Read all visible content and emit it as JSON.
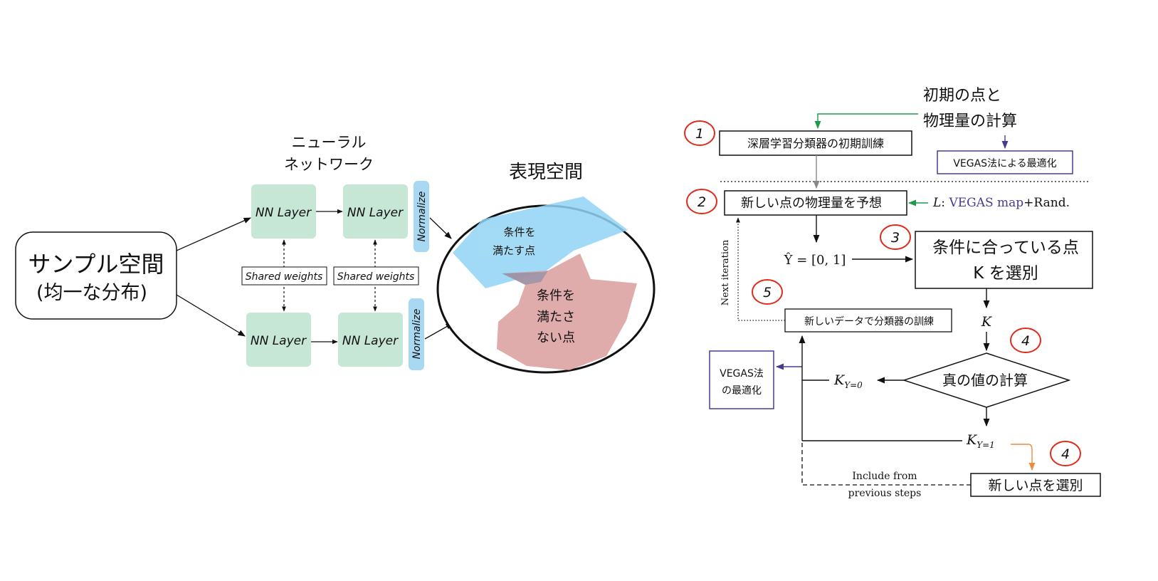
{
  "left": {
    "sample_space": {
      "line1": "サンプル空間",
      "line2": "(均一な分布)"
    },
    "network_title": {
      "line1": "ニューラル",
      "line2": "ネットワーク"
    },
    "nn_layer": "NN Layer",
    "normalize": "Normalize",
    "shared_weights": "Shared  weights",
    "representation_title": "表現空間",
    "satisfy_region": {
      "line1": "条件を",
      "line2": "満たす点"
    },
    "not_satisfy_region": {
      "line1": "条件を",
      "line2": "満たさ",
      "line3": "ない点"
    }
  },
  "right": {
    "initial_note": {
      "line1": "初期の点と",
      "line2": "物理量の計算"
    },
    "step_numbers": {
      "s1": "1",
      "s2": "2",
      "s3": "3",
      "s4a": "4",
      "s4b": "4",
      "s5": "5"
    },
    "initial_training": "深層学習分類器の初期訓練",
    "vegas_opt_top": "VEGAS法による最適化",
    "predict_box": "新しい点の物理量を予想",
    "l_label": {
      "var": "L",
      "colon": ": ",
      "vegas_map": "VEGAS map",
      "plus_rand": "+Rand."
    },
    "y_hat": "Ŷ = [0, 1]",
    "select_k": {
      "line1": "条件に合っている点",
      "line2": "K を選別"
    },
    "retrain_box": "新しいデータで分類器の訓練",
    "next_iteration": "Next iteration",
    "k_label": "K",
    "true_value": "真の値の計算",
    "k_y0": {
      "base": "K",
      "sub": "Y=0"
    },
    "k_y1": {
      "base": "K",
      "sub": "Y=1"
    },
    "vegas_opt_bottom": {
      "line1": "VEGAS法",
      "line2": "の最適化"
    },
    "include_from": {
      "line1": "Include from",
      "line2": "previous steps"
    },
    "new_points": "新しい点を選別"
  },
  "colors": {
    "nn_layer_fill": "#c6e6d6",
    "normalize_fill": "#a8d8f2",
    "satisfy_fill": "#8fd3f4",
    "not_satisfy_fill": "#d99c9c",
    "step_circle": "#e02a1a",
    "green_arrow": "#1f9a4a",
    "purple": "#4b3a8c",
    "orange_arrow": "#f08a3c"
  }
}
